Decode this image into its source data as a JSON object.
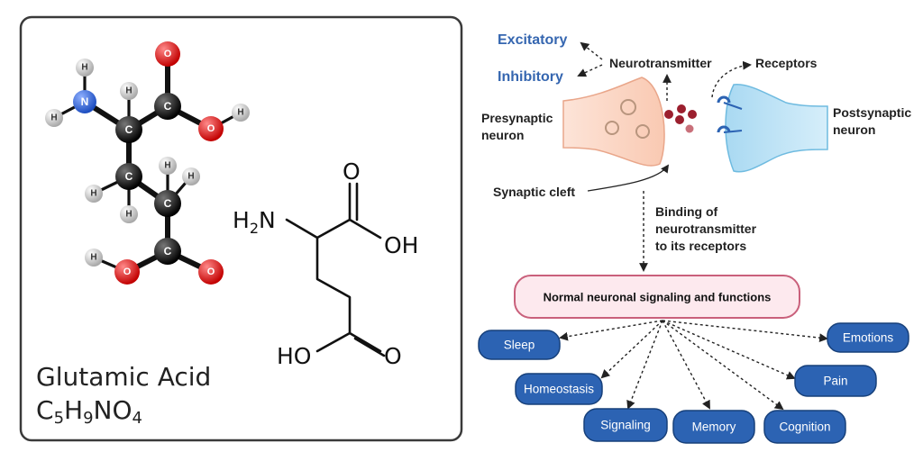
{
  "left_panel": {
    "title": "Glutamic Acid",
    "formula": {
      "c": "C",
      "c_n": "5",
      "h": "H",
      "h_n": "9",
      "n": "N",
      "o": "O",
      "o_n": "4"
    },
    "atoms": {
      "carbon": "C",
      "oxygen": "O",
      "nitrogen": "N",
      "hydrogen": "H"
    },
    "skeletal": {
      "h2n": "H",
      "h2n_sub": "2",
      "h2n_n": "N",
      "top_o": "O",
      "top_oh": "OH",
      "bottom_ho": "HO",
      "bottom_o": "O"
    },
    "colors": {
      "carbon": "#111111",
      "oxygen": "#e11b1b",
      "nitrogen": "#2a5fd0",
      "hydrogen": "#cfcfcf"
    }
  },
  "right_panel": {
    "labels": {
      "excitatory": "Excitatory",
      "inhibitory": "Inhibitory",
      "neurotransmitter": "Neurotransmitter",
      "receptors": "Receptors",
      "presynaptic": [
        "Presynaptic",
        "neuron"
      ],
      "postsynaptic": [
        "Postsynaptic",
        "neuron"
      ],
      "synaptic_cleft": "Synaptic cleft",
      "binding": [
        "Binding of",
        "neurotransmitter",
        "to its receptors"
      ]
    },
    "main_box": "Normal neuronal signaling and functions",
    "functions": [
      "Sleep",
      "Emotions",
      "Homeostasis",
      "Pain",
      "Signaling",
      "Memory",
      "Cognition"
    ],
    "colors": {
      "pill": "#2c63b3",
      "presynaptic": "#fbd3c0",
      "postsynaptic": "#bfe3f5",
      "vesicle": "#9b1f2e",
      "label_blue": "#3566b0"
    }
  }
}
